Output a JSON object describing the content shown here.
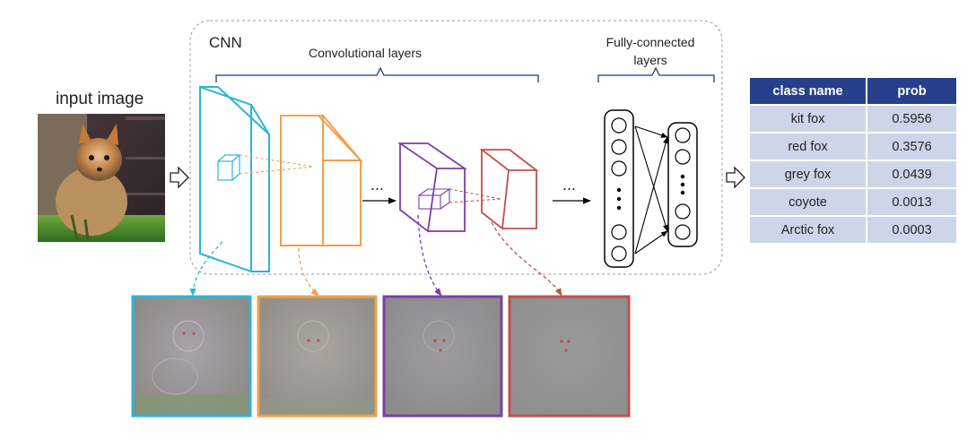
{
  "labels": {
    "input_image": "input image",
    "cnn": "CNN",
    "conv_layers": "Convolutional layers",
    "fc_line1": "Fully-connected",
    "fc_line2": "layers",
    "ellipsis": "..."
  },
  "table": {
    "headers": [
      "class name",
      "prob"
    ],
    "rows": [
      {
        "name": "kit fox",
        "prob": "0.5956"
      },
      {
        "name": "red fox",
        "prob": "0.3576"
      },
      {
        "name": "grey fox",
        "prob": "0.0439"
      },
      {
        "name": "coyote",
        "prob": "0.0013"
      },
      {
        "name": "Arctic fox",
        "prob": "0.0003"
      }
    ]
  },
  "colors": {
    "layer1": "#29b6d9",
    "layer2": "#f0a04b",
    "layer3": "#7b3fa6",
    "layer4": "#c0504d",
    "header_bg": "#27408b",
    "cell_bg": "#cdd6e8",
    "brace": "#1f3b73"
  }
}
